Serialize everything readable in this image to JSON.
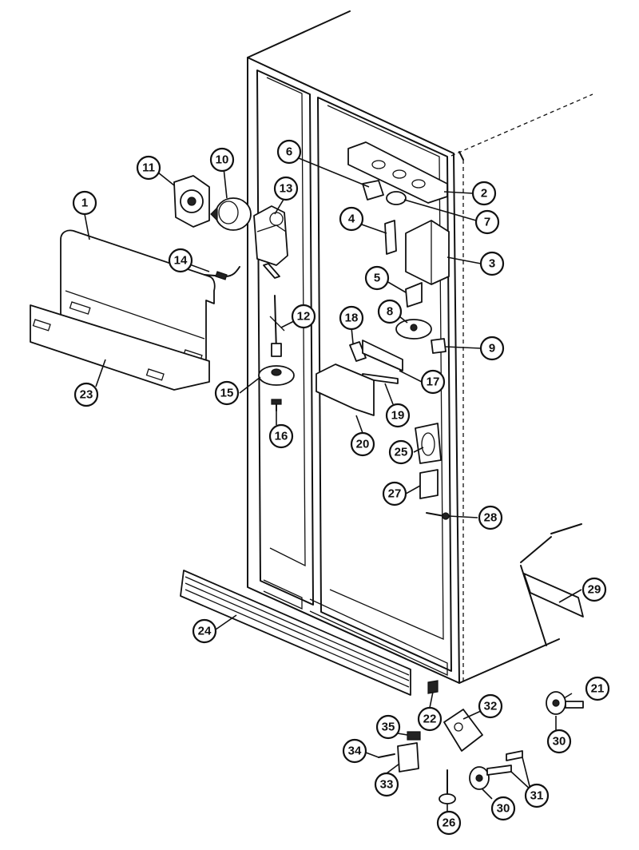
{
  "callouts": [
    {
      "id": "1",
      "label": "1"
    },
    {
      "id": "2",
      "label": "2"
    },
    {
      "id": "3",
      "label": "3"
    },
    {
      "id": "4",
      "label": "4"
    },
    {
      "id": "5",
      "label": "5"
    },
    {
      "id": "6",
      "label": "6"
    },
    {
      "id": "7",
      "label": "7"
    },
    {
      "id": "8",
      "label": "8"
    },
    {
      "id": "9",
      "label": "9"
    },
    {
      "id": "10",
      "label": "10"
    },
    {
      "id": "11",
      "label": "11"
    },
    {
      "id": "12",
      "label": "12"
    },
    {
      "id": "13",
      "label": "13"
    },
    {
      "id": "14",
      "label": "14"
    },
    {
      "id": "15",
      "label": "15"
    },
    {
      "id": "16",
      "label": "16"
    },
    {
      "id": "17",
      "label": "17"
    },
    {
      "id": "18",
      "label": "18"
    },
    {
      "id": "19",
      "label": "19"
    },
    {
      "id": "20",
      "label": "20"
    },
    {
      "id": "21",
      "label": "21"
    },
    {
      "id": "22",
      "label": "22"
    },
    {
      "id": "23",
      "label": "23"
    },
    {
      "id": "24",
      "label": "24"
    },
    {
      "id": "25",
      "label": "25"
    },
    {
      "id": "26",
      "label": "26"
    },
    {
      "id": "27",
      "label": "27"
    },
    {
      "id": "28",
      "label": "28"
    },
    {
      "id": "29",
      "label": "29"
    },
    {
      "id": "30a",
      "label": "30"
    },
    {
      "id": "30b",
      "label": "30"
    },
    {
      "id": "31",
      "label": "31"
    },
    {
      "id": "32",
      "label": "32"
    },
    {
      "id": "33",
      "label": "33"
    },
    {
      "id": "34",
      "label": "34"
    },
    {
      "id": "35",
      "label": "35"
    }
  ]
}
